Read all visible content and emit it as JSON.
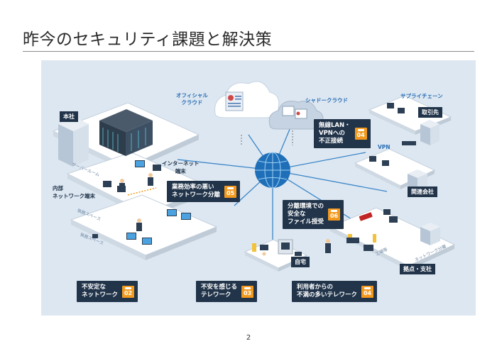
{
  "page": {
    "title": "昨今のセキュリティ課題と解決策",
    "page_number": "2"
  },
  "labels": {
    "office_cloud": "オフィシャル\nクラウド",
    "shadow_cloud": "シャドークラウド",
    "supply_chain": "サプライチェーン",
    "hq": "本社",
    "server_room": "サーバールーム",
    "internet_terminal": "インターネット\n端末",
    "internal_terminal": "内部\nネットワーク端末",
    "office_space_1": "執務スペース",
    "office_space_2": "執務スペース",
    "business_partner": "取引先",
    "vpn": "VPN",
    "affiliate": "関連会社",
    "home": "自宅",
    "factory": "工場等",
    "network_split": "ネットワーク分離",
    "branch": "拠点・支社"
  },
  "callouts": [
    {
      "text": "無線LAN・\nVPNへの\n不正接続",
      "badge": "04"
    },
    {
      "text": "業務効率の悪い\nネットワーク分離",
      "badge": "05"
    },
    {
      "text": "分離環境での\n安全な\nファイル授受",
      "badge": "06"
    },
    {
      "text": "不安定な\nネットワーク",
      "badge": "02"
    },
    {
      "text": "不安を感じる\nテレワーク",
      "badge": "03"
    },
    {
      "text": "利用者からの\n不満の多いテレワーク",
      "badge": "04"
    }
  ],
  "colors": {
    "navy": "#21344a",
    "orange": "#f39a1e",
    "accent_blue": "#2b6fb5",
    "panel_bg": "#dde7f1"
  }
}
